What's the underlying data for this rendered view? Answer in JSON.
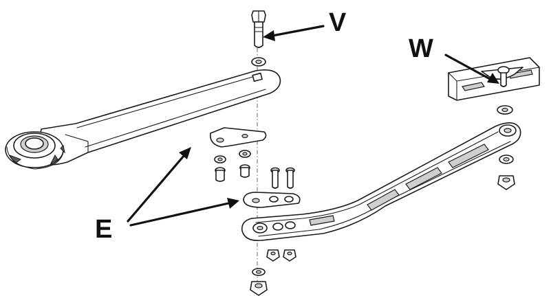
{
  "labels": {
    "v": "V",
    "w": "W",
    "e": "E"
  },
  "colors": {
    "line": "#1a1a1a",
    "background": "#ffffff",
    "shade": "#cfcfcf"
  }
}
